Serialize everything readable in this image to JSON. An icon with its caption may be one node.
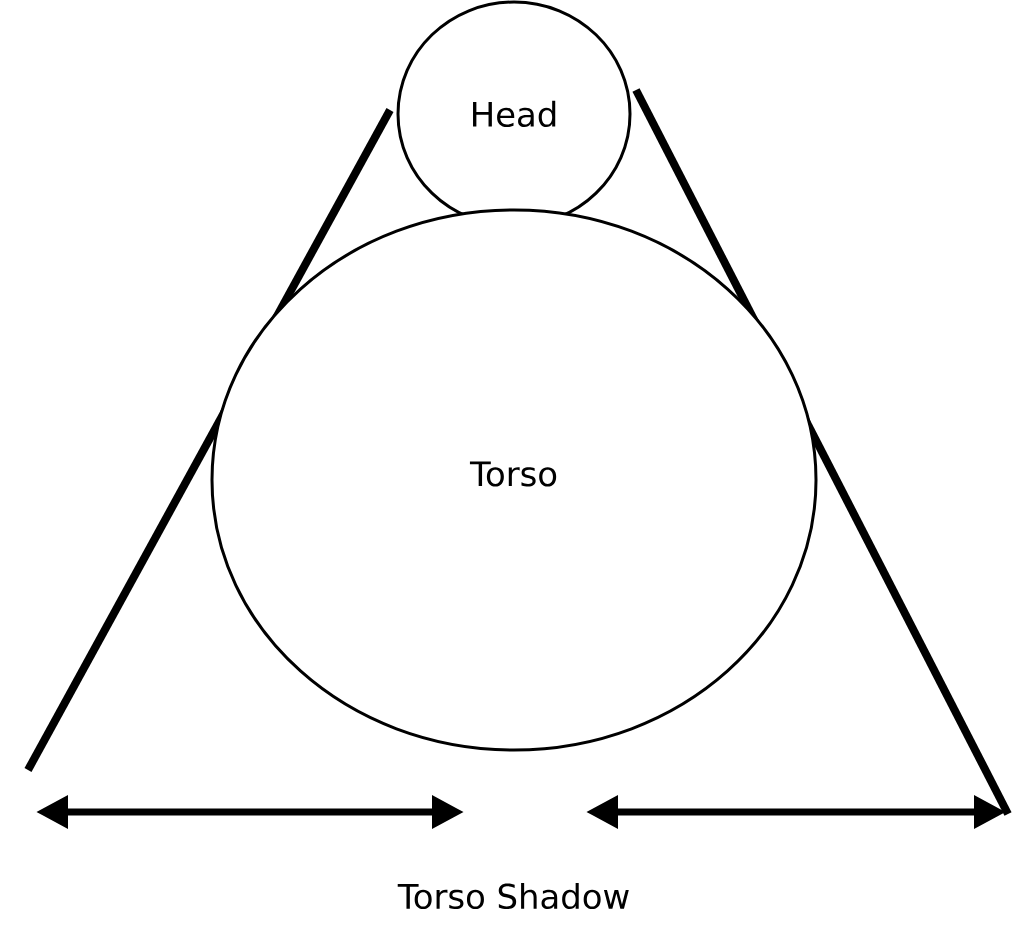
{
  "diagram": {
    "nodes": [
      {
        "text": [
          "Head"
        ]
      },
      {
        "text": [
          "Torso"
        ]
      }
    ],
    "labels": [
      "Torso Shadow"
    ]
  }
}
